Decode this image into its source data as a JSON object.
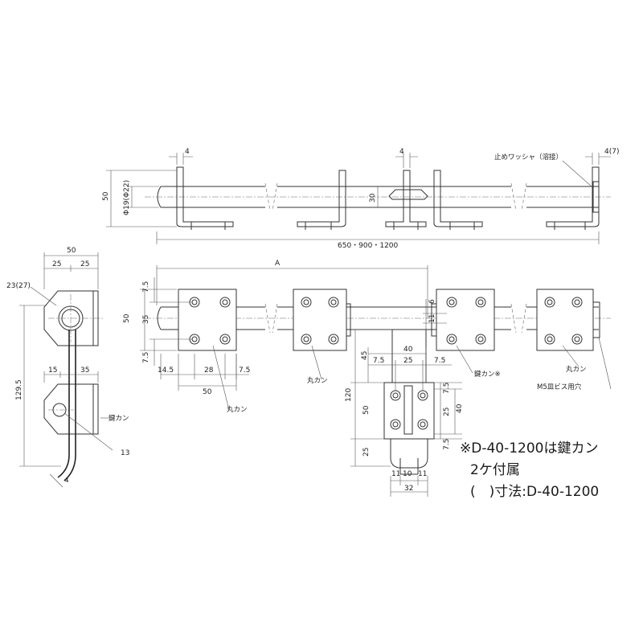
{
  "top_view": {
    "d_4_left": "4",
    "d_4_mid": "4",
    "d_4_7": "4(7)",
    "d_50": "50",
    "d_phi": "Φ19(Φ22)",
    "d_30": "30",
    "d_length": "650・900・1200",
    "lbl_washer": "止めワッシャ（溶接）"
  },
  "side_view": {
    "d_50": "50",
    "d_25a": "25",
    "d_25b": "25",
    "d_23": "23(27)",
    "d_129": "129.5",
    "d_15": "15",
    "d_35": "35",
    "d_13": "13",
    "d_4": "4",
    "lbl_key": "鍵カン"
  },
  "front_view": {
    "d_A": "A",
    "d_7_5_top": "7.5",
    "d_50": "50",
    "d_35": "35",
    "d_7_5_bot": "7.5",
    "d_14_5": "14.5",
    "d_28": "28",
    "d_7_5_r": "7.5",
    "d_50_b": "50",
    "d_6": "6",
    "d_11": "11",
    "lbl_round1": "丸カン",
    "lbl_round2": "丸カン",
    "lbl_round3": "丸カン",
    "lbl_key": "鍵カン※",
    "lbl_screw": "M5皿ビス用穴"
  },
  "keeper_view": {
    "d_45": "45",
    "d_40": "40",
    "d_7_5_l": "7.5",
    "d_25": "25",
    "d_7_5_r": "7.5",
    "d_120": "120",
    "d_50": "50",
    "d_25_b": "25",
    "d_7_5_v1": "7.5",
    "d_25_v": "25",
    "d_40_v": "40",
    "d_7_5_v2": "7.5",
    "d_11_a": "11",
    "d_10": "10",
    "d_11_b": "11",
    "d_32": "32"
  },
  "notes": {
    "line1": "※D-40-1200は鍵カン",
    "line2": "2ケ付属",
    "line3": "(　)寸法:D-40-1200"
  }
}
